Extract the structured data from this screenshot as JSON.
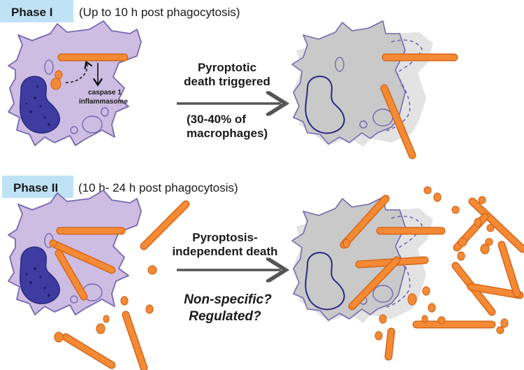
{
  "phase1": {
    "label": "Phase I",
    "timeframe": "(Up to 10 h post phagocytosis)",
    "arrow_line1": "Pyroptotic",
    "arrow_line2": "death triggered",
    "percent_line1": "(30-40% of",
    "percent_line2": "macrophages)",
    "inflammasome_line1": "caspase 1",
    "inflammasome_line2": "inflammasome"
  },
  "phase2": {
    "label": "Phase II",
    "timeframe": "(10 h- 24 h post phagocytosis)",
    "arrow_line1": "Pyroptosis-",
    "arrow_line2": "independent death",
    "question1": "Non-specific?",
    "question2": "Regulated?"
  },
  "colors": {
    "label_bg": "#bfe3f5",
    "macrophage_fill": "#cdbde2",
    "macrophage_stroke": "#7668b0",
    "nucleus_fill": "#3e3ca0",
    "dead_cell_fill": "#c9c9c9",
    "dead_cell_halo": "#e3e3e3",
    "fungus_fill": "#f58a35",
    "fungus_stroke": "#d4661a",
    "arrow": "#555555"
  }
}
